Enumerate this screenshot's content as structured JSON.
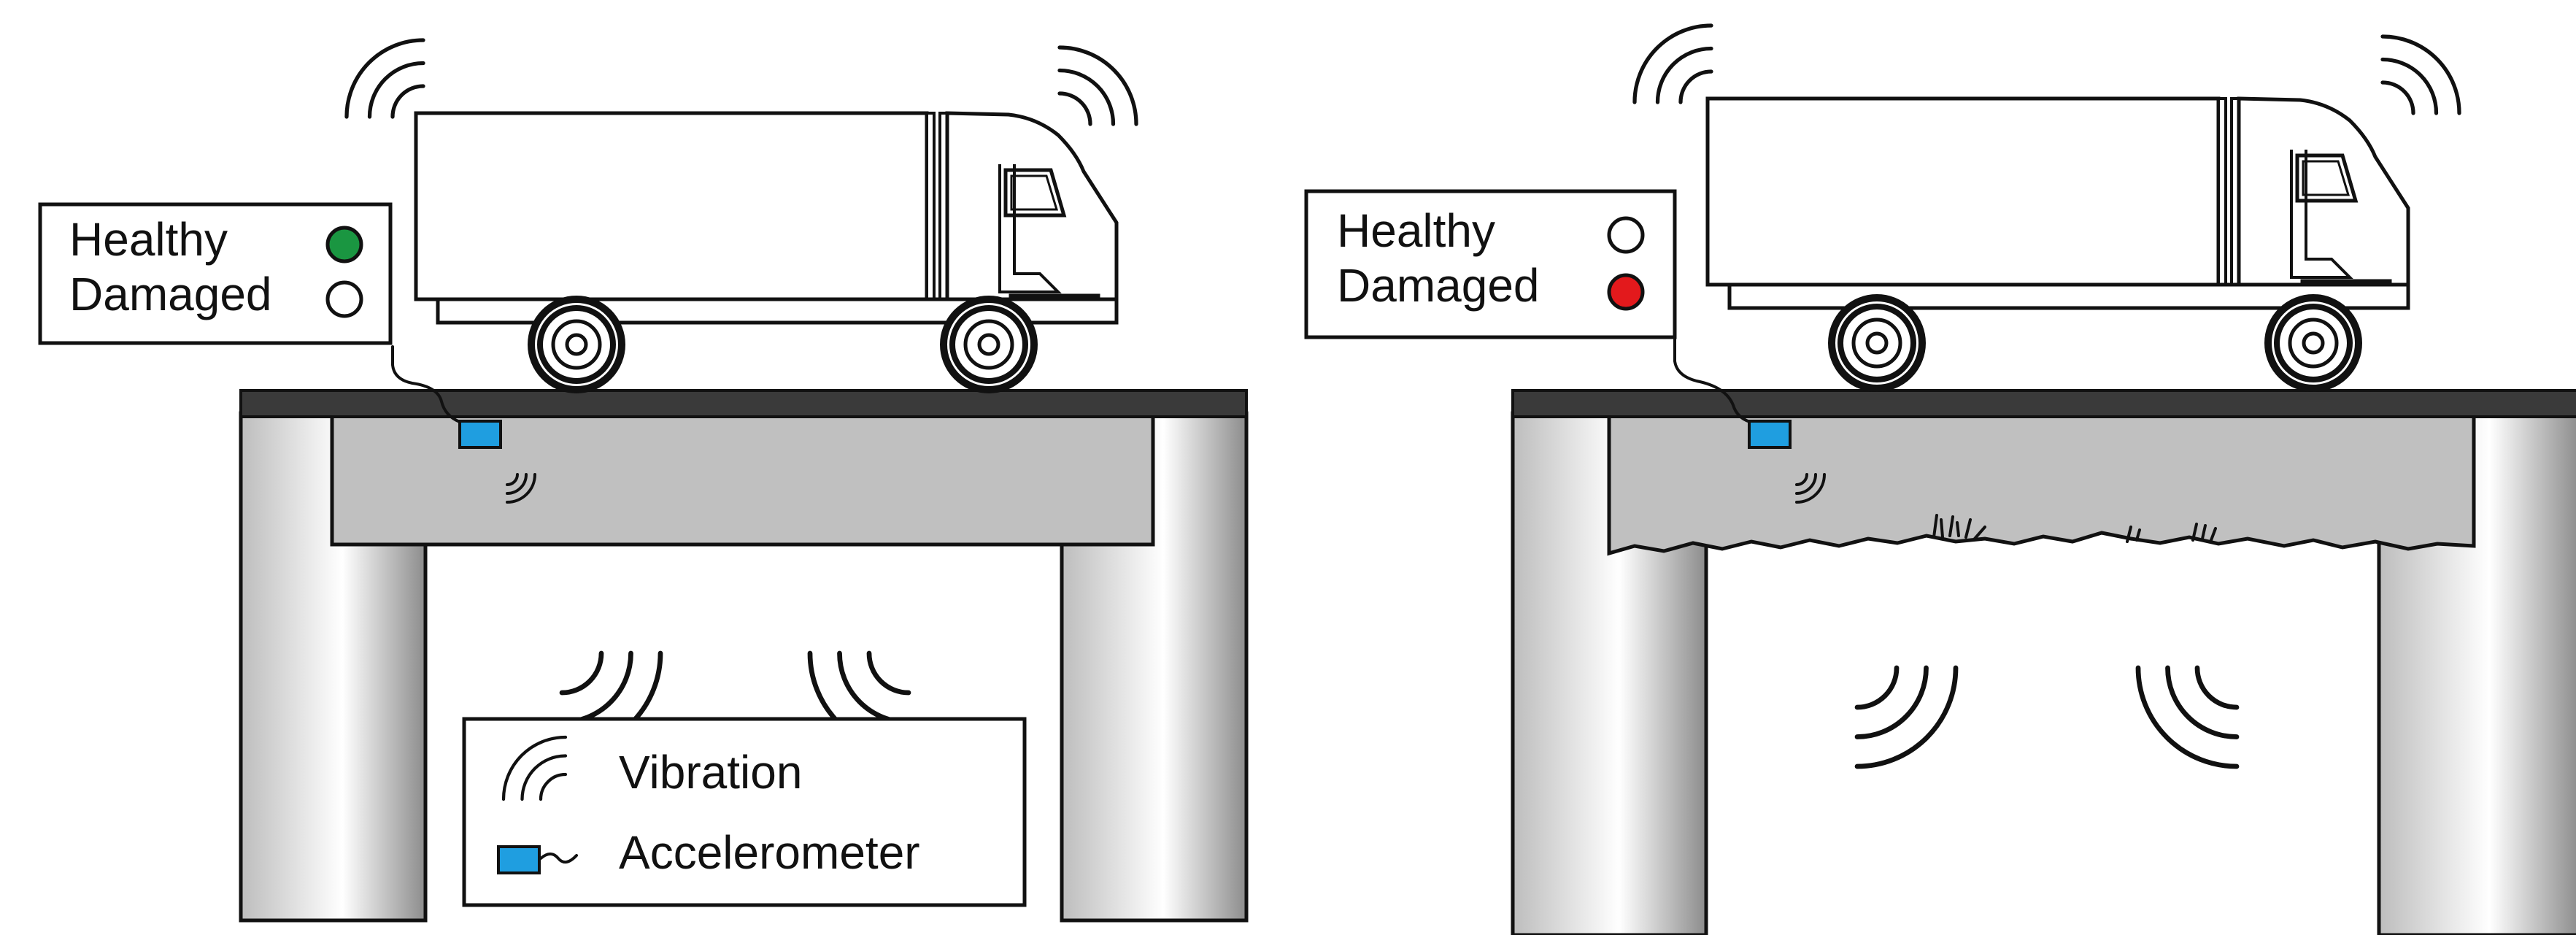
{
  "colors": {
    "healthy_indicator": "#1a9641",
    "damaged_indicator": "#e3191c",
    "off_indicator": "#ffffff",
    "accelerometer": "#1f9ee0",
    "girder": "#c0c0c0",
    "deck": "#3a3a3a"
  },
  "scenes": [
    {
      "status": {
        "healthy_label": "Healthy",
        "damaged_label": "Damaged",
        "active": "healthy"
      }
    },
    {
      "status": {
        "healthy_label": "Healthy",
        "damaged_label": "Damaged",
        "active": "damaged"
      }
    }
  ],
  "legend": {
    "vibration_label": "Vibration",
    "accelerometer_label": "Accelerometer",
    "vibration_icon": "vibration-arcs-icon",
    "accelerometer_icon": "accelerometer-icon"
  }
}
